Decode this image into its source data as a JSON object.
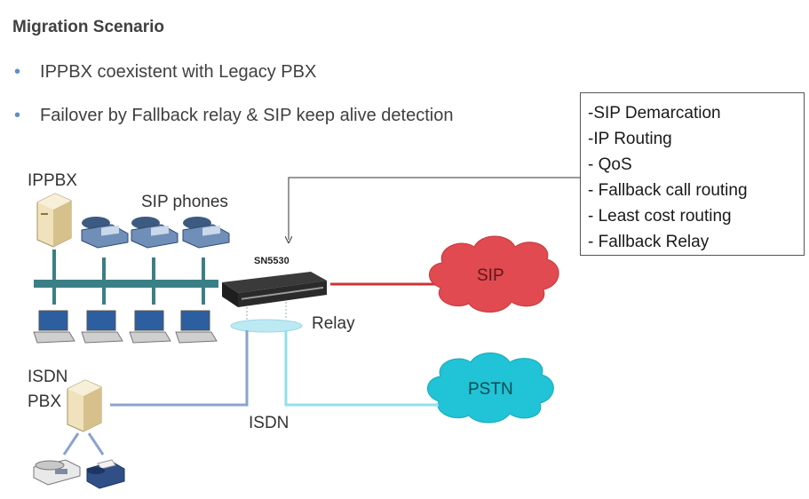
{
  "title": "Migration Scenario",
  "bullets": [
    "IPPBX coexistent with Legacy PBX",
    "Failover by Fallback relay & SIP keep alive detection"
  ],
  "features": [
    "-SIP Demarcation",
    "-IP Routing",
    "- QoS",
    "- Fallback call routing",
    "- Least cost routing",
    "- Fallback Relay"
  ],
  "labels": {
    "ippbx": "IPPBX",
    "sip_phones": "SIP phones",
    "device": "SN5530",
    "relay": "Relay",
    "isdn_pbx_1": "ISDN",
    "isdn_pbx_2": "PBX",
    "isdn_line": "ISDN",
    "sip_cloud": "SIP",
    "pstn_cloud": "PSTN"
  },
  "colors": {
    "lan_bus": "#3a7f86",
    "sip_line": "#c9353a",
    "sip_cloud": "#e04a50",
    "pstn_cloud": "#21c3d6",
    "pstn_line": "#8fe0ea",
    "isdn_line": "#8aa3d0",
    "bullet": "#5b8fc7"
  }
}
